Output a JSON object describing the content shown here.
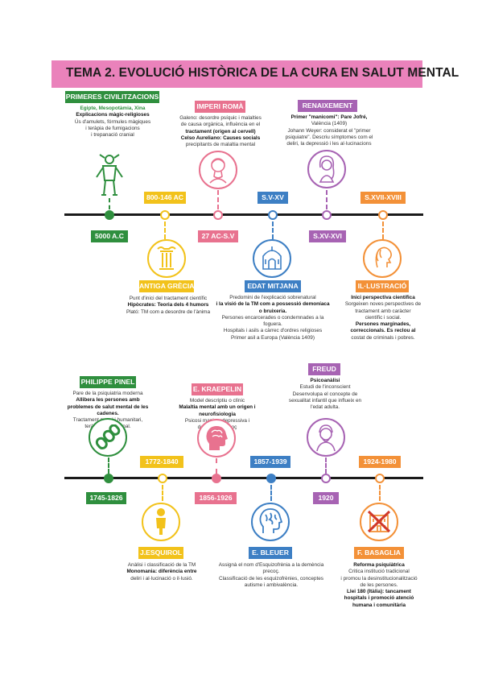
{
  "title": "TEMA 2. EVOLUCIÓ HISTÒRICA DE LA CURA EN SALUT MENTAL",
  "colors": {
    "green": "#2f8f3e",
    "yellow": "#f2c21b",
    "pink": "#e8728f",
    "blue": "#3d7fc4",
    "purple": "#a763b3",
    "orange": "#f39138",
    "title_bg": "#ea82bb"
  },
  "timeline1": {
    "primeres": {
      "label": "PRIMERES CIVILITZACIONS",
      "lines": [
        "Egipte, Mesopotàmia, Xina",
        "Explicacions màgic-religioses",
        "Ús d'amulets, fórmules màgiques",
        "i teràpia de fumigacions",
        "i trepanació cranial"
      ],
      "date": "5000 A.C"
    },
    "grecia": {
      "label": "ANTIGA GRÈCIA",
      "date": "800-146 AC",
      "lines": [
        "Punt d'inici del tractament científic",
        "Hipòcrates: Teoria dels 4 humors",
        "Plató: TM com a desordre de l'ànima"
      ]
    },
    "roma": {
      "label": "IMPERI ROMÀ",
      "date": "27 AC-S.V",
      "lines": [
        "Galeno: desordre psíquic i malalties",
        "de causa orgànica, influència en el",
        "tractament (origen al cervell)",
        "Celso Aureliano: Causes socials",
        "precipitants de malaltia mental"
      ]
    },
    "medieval": {
      "label": "EDAT MITJANA",
      "date": "S.V-XV",
      "lines": [
        "Predomini de l'explicació sobrenatural",
        "i la visió de la TM com a possessió demoníaca o bruixeria.",
        "Persones encarcerades o condemnades a la foguera.",
        "Hospitals i asils a càrrec d'ordres religioses",
        "Primer asil a Europa (València 1409)"
      ]
    },
    "renaixement": {
      "label": "RENAIXEMENT",
      "date": "S.XV-XVI",
      "lines": [
        "Primer \"manicomi\": Pare Jofré,",
        "València (1409)",
        "Johann Weyer: considerat el \"primer",
        "psiquiatre\". Descriu símptomes com el",
        "deliri, la depressió i les al·lucinacions"
      ]
    },
    "illustracio": {
      "label": "IL·LUSTRACIÓ",
      "date": "S.XVII-XVIII",
      "lines": [
        "Inici perspectiva científica",
        "Sorgeixen noves perspectives de",
        "tractament amb caràcter",
        "científic i social.",
        "Persones marginades,",
        "correccionals. Es reclou al",
        "costat de criminals i pobres."
      ]
    }
  },
  "timeline2": {
    "pinel": {
      "label": "PHILIPPE PINEL",
      "date": "1745-1826",
      "lines": [
        "Pare de la psiquiatria moderna",
        "Allibera les persones amb",
        "problemes de salut mental de les",
        "cadenes.",
        "Tractament moral i humanitari,",
        "teràpia ocupacional."
      ]
    },
    "esquirol": {
      "label": "J.ESQUIROL",
      "date": "1772-1840",
      "lines": [
        "Anàlisi i classificació de la TM",
        "Monomania: diferència entre",
        "deliri i al·lucinació o il·lusió."
      ]
    },
    "kraepelin": {
      "label": "E. KRAEPELIN",
      "date": "1856-1926",
      "lines": [
        "Model descriptiu o clínic",
        "Malaltia mental amb un origen i",
        "neurofisiologia",
        "Psicosi maniacodepressiva i",
        "demència precoç"
      ]
    },
    "bleuer": {
      "label": "E. BLEUER",
      "date": "1857-1939",
      "lines": [
        "Assignà el nom d'Esquizofrènia a la demència precoç.",
        "Classificació de les esquizofrènies, conceptes",
        "autisme i ambivalència."
      ]
    },
    "freud": {
      "label": "FREUD",
      "date": "1920",
      "lines": [
        "Psicoanàlisi",
        "Estudi de l'inconscient",
        "Desenvolupa el concepte de",
        "sexualitat infantil que influeix en",
        "l'edat adulta."
      ]
    },
    "basaglia": {
      "label": "F. BASAGLIA",
      "date": "1924-1980",
      "lines": [
        "Reforma psiquiàtrica",
        "Critica institució tradicional",
        "i promou la desinstitucionalització",
        "de les persones.",
        "Llei 180 (Itàlia): tancament",
        "hospitals i promoció atenció",
        "humana i comunitària"
      ]
    }
  }
}
